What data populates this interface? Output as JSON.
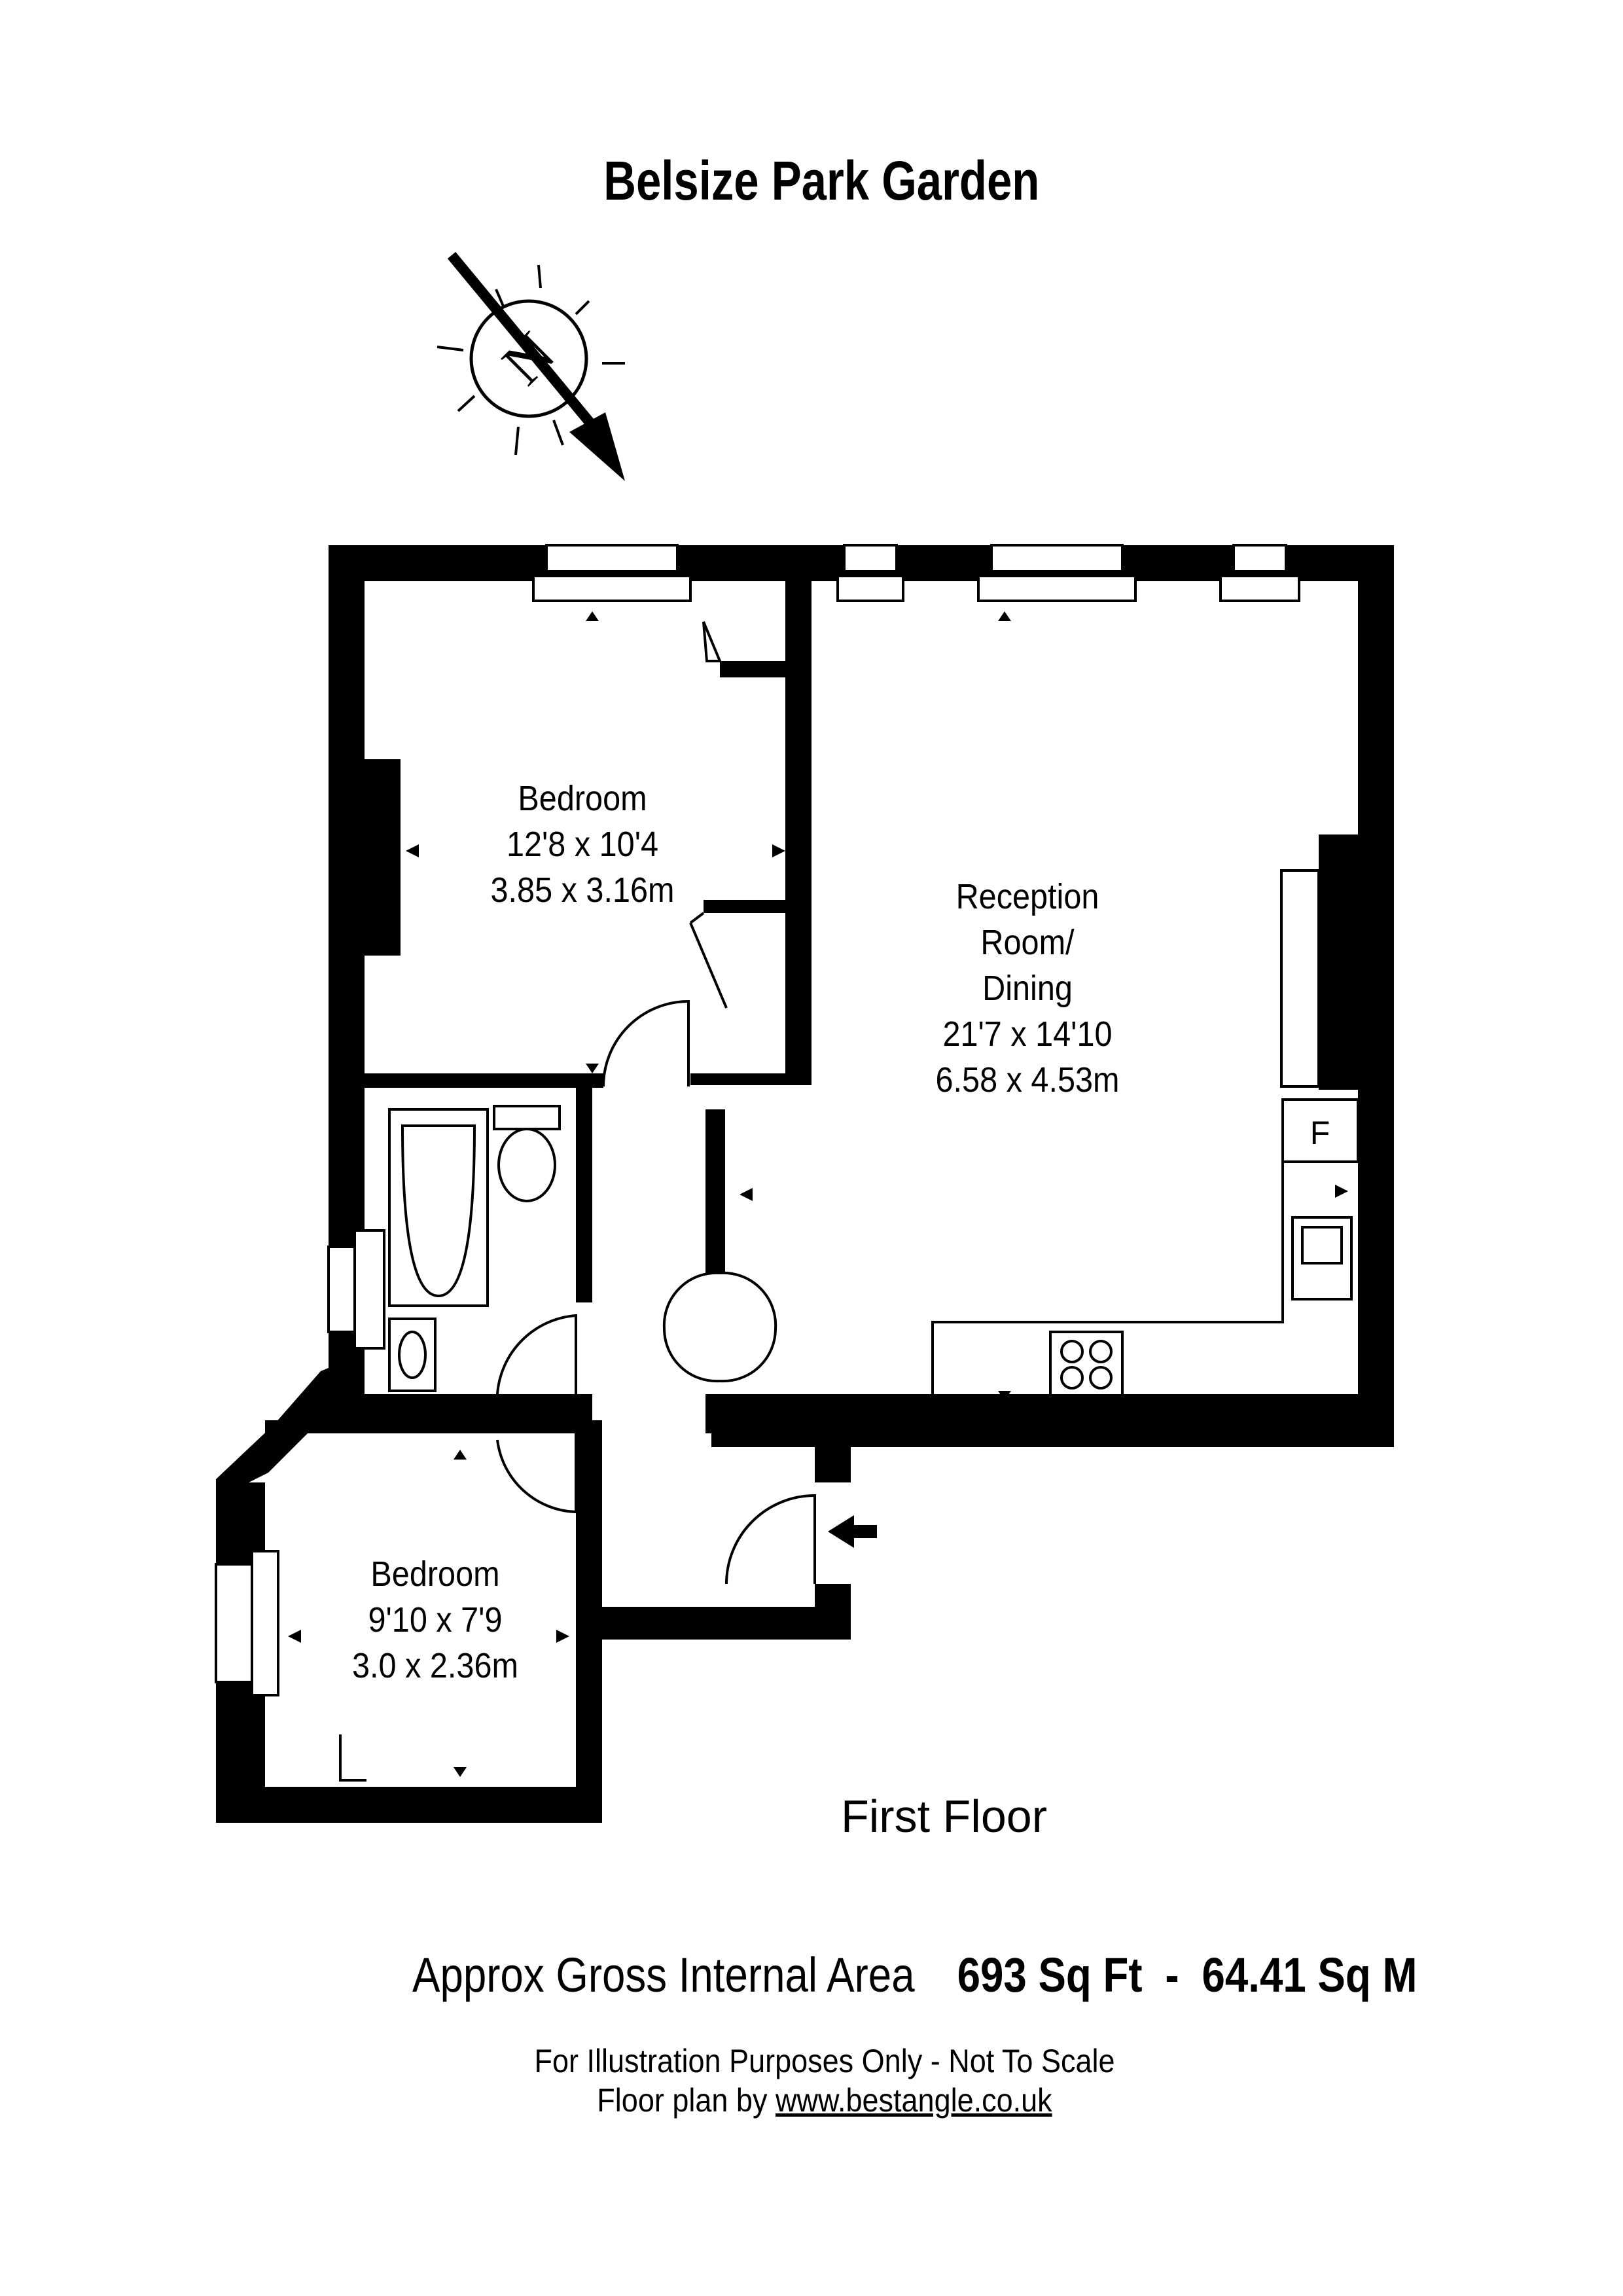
{
  "title": "Belsize Park Garden",
  "compass": {
    "letter": "N",
    "icon": "north-arrow-icon"
  },
  "rooms": [
    {
      "name": "Bedroom",
      "imperial": "12'8 x 10'4",
      "metric": "3.85 x 3.16m"
    },
    {
      "name_line1": "Reception",
      "name_line2": "Room/",
      "name_line3": "Dining",
      "imperial": "21'7 x 14'10",
      "metric": "6.58 x 4.53m"
    },
    {
      "name": "Bedroom",
      "imperial": "9'10 x 7'9",
      "metric": "3.0 x 2.36m"
    }
  ],
  "fixtures": {
    "fridge_label": "F"
  },
  "floor_label": "First Floor",
  "area": {
    "label": "Approx Gross Internal Area",
    "sqft": "693 Sq Ft",
    "separator": "-",
    "sqm": "64.41 Sq M"
  },
  "footer": {
    "disclaimer": "For Illustration Purposes Only - Not To Scale",
    "credit_prefix": "Floor plan by ",
    "credit_link": "www.bestangle.co.uk"
  },
  "colors": {
    "wall": "#000000",
    "background": "#ffffff"
  }
}
